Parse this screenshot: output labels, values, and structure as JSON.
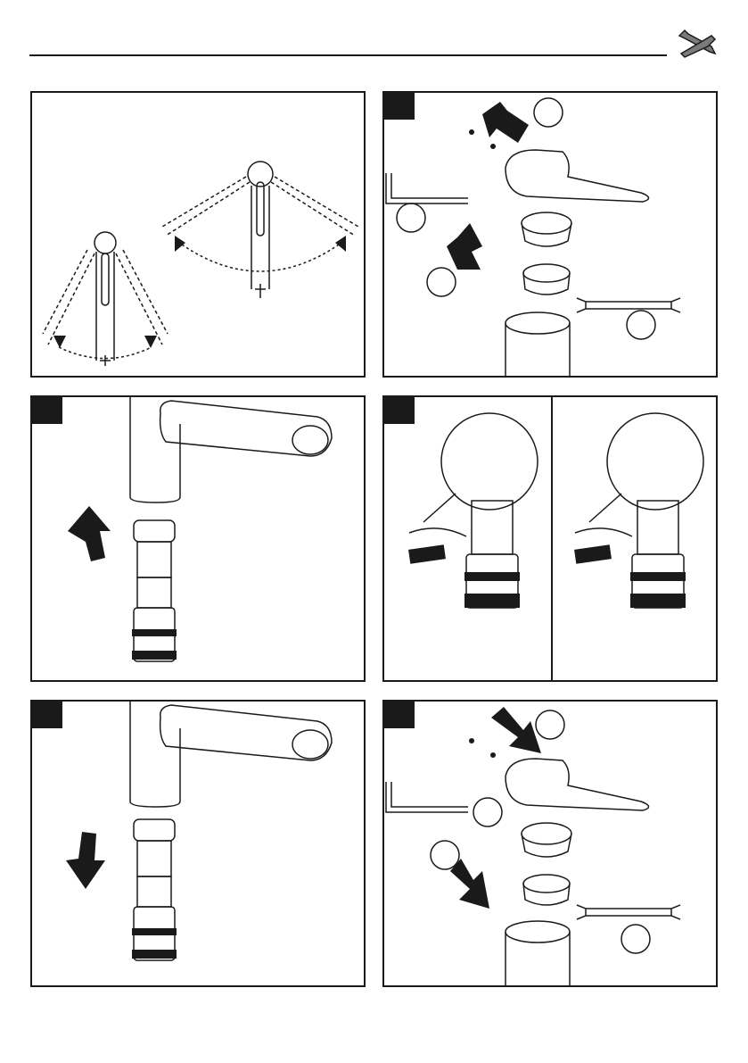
{
  "header": {
    "icon": "wrench-icon"
  },
  "panels": [
    {
      "id": 1,
      "illustration": "lever-rotation-range",
      "step_tab": false
    },
    {
      "id": 2,
      "illustration": "remove-handle-exploded",
      "step_tab": true,
      "callouts": 3
    },
    {
      "id": 3,
      "illustration": "remove-cartridge",
      "step_tab": true
    },
    {
      "id": 4,
      "illustration": "cartridge-ring-positions",
      "step_tab": true
    },
    {
      "id": 5,
      "illustration": "insert-cartridge",
      "step_tab": true
    },
    {
      "id": 6,
      "illustration": "reassemble-handle-exploded",
      "step_tab": true,
      "callouts": 3
    }
  ],
  "colors": {
    "ink": "#1a1a1a",
    "paper": "#ffffff"
  }
}
